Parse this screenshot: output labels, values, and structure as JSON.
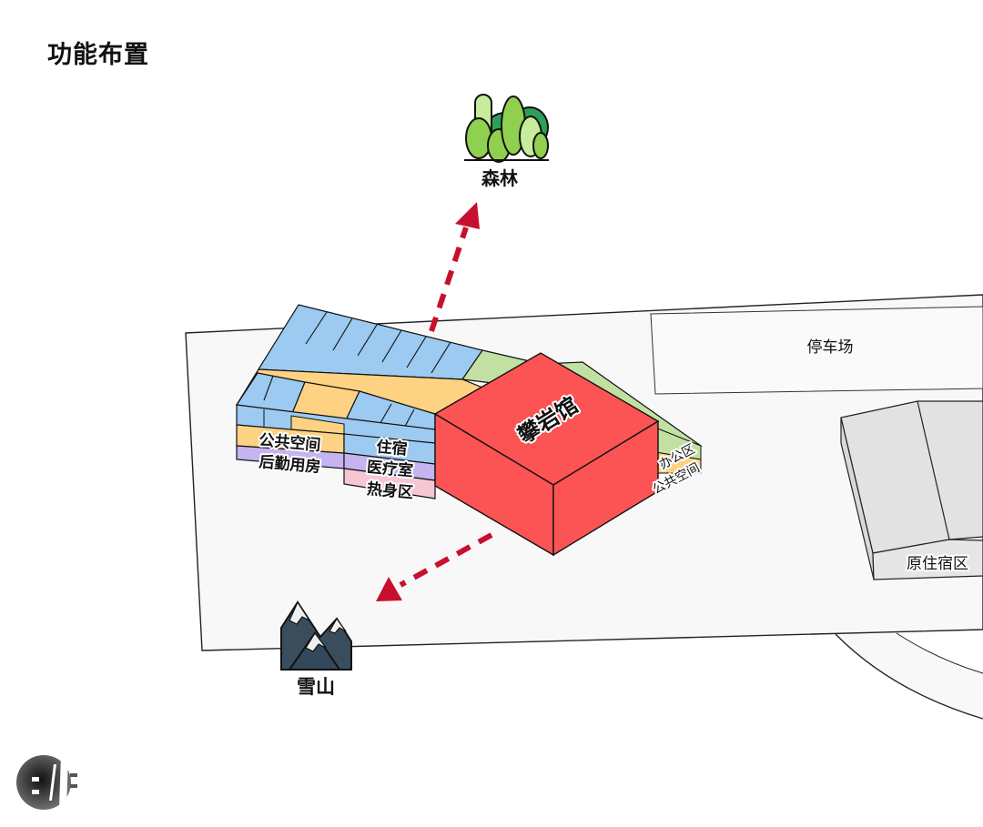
{
  "title": "功能布置",
  "legend_colors": {
    "dormitory": "#9ccaf0",
    "public_space": "#fdd282",
    "logistics": "#c5b4f0",
    "warmup": "#f7c6d4",
    "office": "#c3e0a3",
    "climbing_hall": "#fc5454",
    "arrow": "#c8102e",
    "existing_building": "#e2e2e2",
    "site": "#f8f8f8"
  },
  "destinations": {
    "forest": {
      "label": "森林",
      "icon": "forest-icon"
    },
    "snow_mountain": {
      "label": "雪山",
      "icon": "snow-mountain-icon"
    }
  },
  "site": {
    "parking": "停车场",
    "existing_dorm": "原住宿区"
  },
  "building": {
    "main_hall": "攀岩馆",
    "left_block": {
      "upper": "公共空间",
      "lower": "后勤用房"
    },
    "middle_block": {
      "upper": "住宿",
      "middle": "医疗室",
      "lower": "热身区"
    },
    "right_block": {
      "upper": "办公区",
      "lower": "公共空间"
    }
  },
  "logo": {
    "icon": "brand-logo-icon"
  }
}
